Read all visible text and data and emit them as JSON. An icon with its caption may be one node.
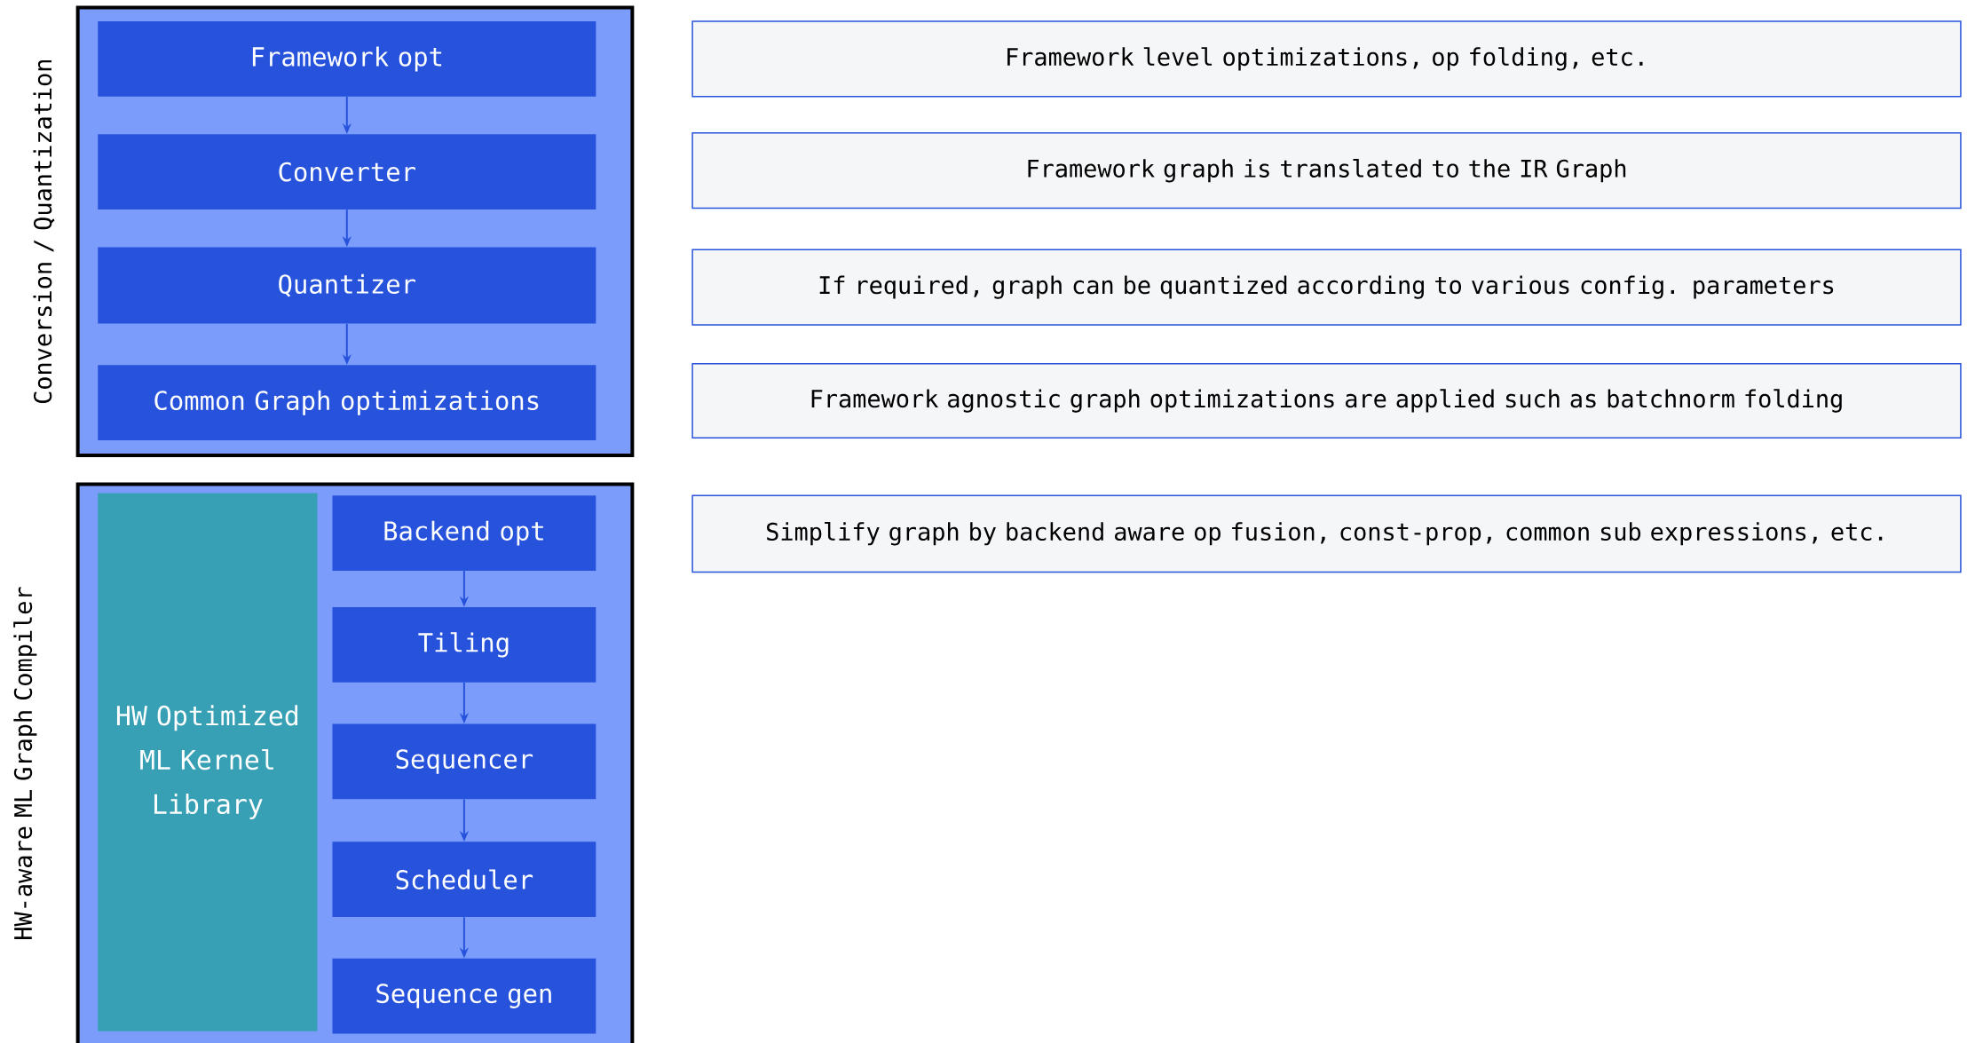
{
  "diagram": {
    "nodes": [
      {
        "text": [
          "Conversion / Quantization"
        ]
      },
      {
        "text": [
          "Framework opt"
        ],
        "in": 0
      },
      {
        "text": [
          "Converter"
        ],
        "in": 0
      },
      {
        "text": [
          "Quantizer"
        ],
        "in": 0
      },
      {
        "text": [
          "Common Graph optimizations"
        ],
        "in": 0
      },
      {
        "text": [
          "HW-aware ML Graph Compiler"
        ]
      },
      {
        "text": [
          "HW Optimized ML Kernel Library"
        ],
        "in": 5
      },
      {
        "text": [
          "Backend opt"
        ],
        "in": 5
      },
      {
        "text": [
          "Tiling"
        ],
        "in": 5
      },
      {
        "text": [
          "Sequencer"
        ],
        "in": 5
      },
      {
        "text": [
          "Scheduler"
        ],
        "in": 5
      },
      {
        "text": [
          "Sequence gen"
        ],
        "in": 5
      },
      {
        "text": [
          "Framework level optimizations, op folding, etc."
        ]
      },
      {
        "text": [
          "Framework graph is translated to the IR Graph"
        ]
      },
      {
        "text": [
          "If required, graph can be quantized according to various config. parameters"
        ]
      },
      {
        "text": [
          "Framework agnostic graph optimizations are applied such as batchnorm folding"
        ]
      },
      {
        "text": [
          "Simplify graph by backend aware op fusion, const-prop, common sub expressions, etc."
        ]
      }
    ],
    "edges": [
      {
        "from": 1,
        "to": 2,
        "arrow": "to"
      },
      {
        "from": 2,
        "to": 3,
        "arrow": "to"
      },
      {
        "from": 3,
        "to": 4,
        "arrow": "to"
      },
      {
        "from": 7,
        "to": 8,
        "arrow": "to"
      },
      {
        "from": 8,
        "to": 9,
        "arrow": "to"
      },
      {
        "from": 9,
        "to": 10,
        "arrow": "to"
      },
      {
        "from": 10,
        "to": 11,
        "arrow": "to"
      }
    ]
  }
}
